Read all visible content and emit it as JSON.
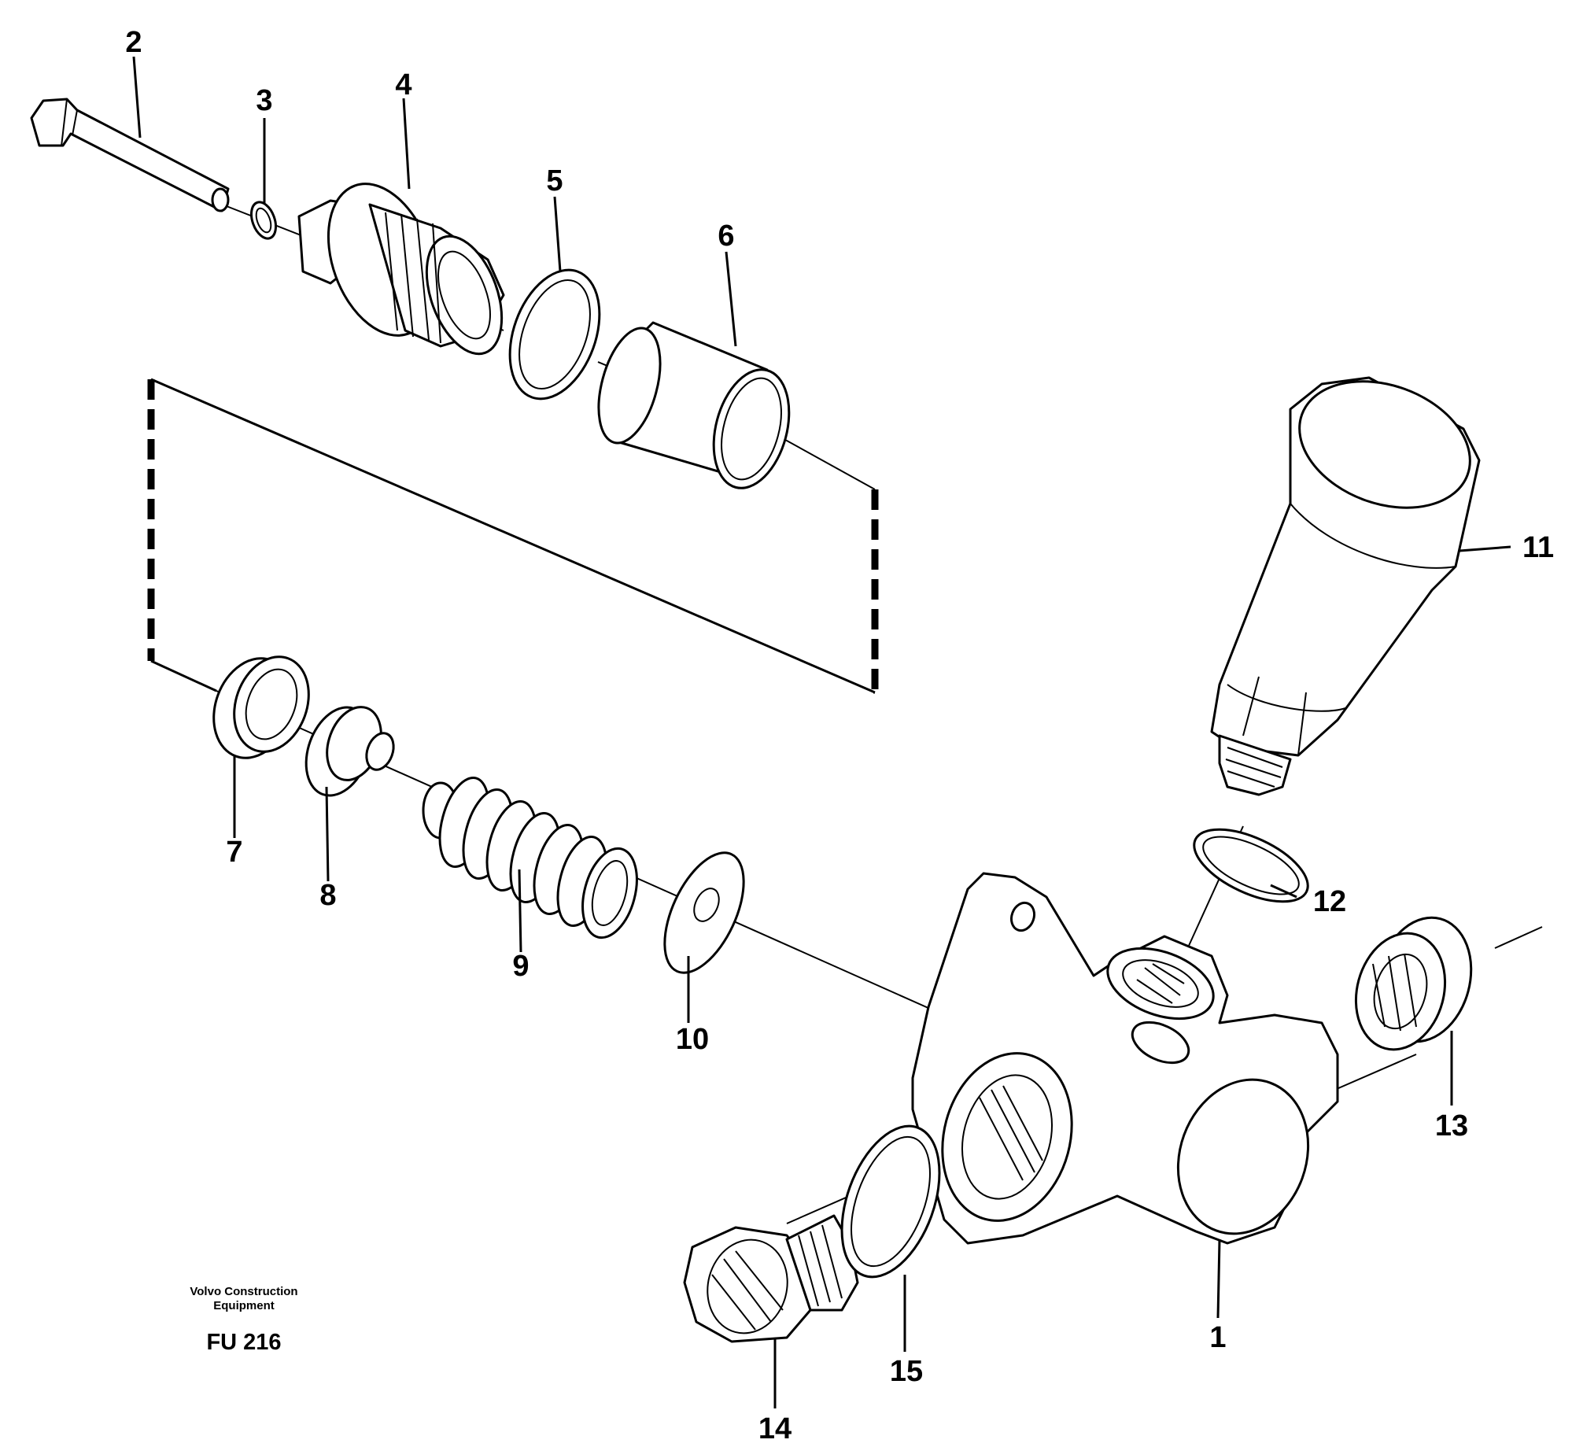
{
  "labels": {
    "p1": "1",
    "p2": "2",
    "p3": "3",
    "p4": "4",
    "p5": "5",
    "p6": "6",
    "p7": "7",
    "p8": "8",
    "p9": "9",
    "p10": "10",
    "p11": "11",
    "p12": "12",
    "p13": "13",
    "p14": "14",
    "p15": "15"
  },
  "caption": {
    "company_line1": "Volvo Construction",
    "company_line2": "Equipment",
    "figure_id": "FU 216"
  }
}
